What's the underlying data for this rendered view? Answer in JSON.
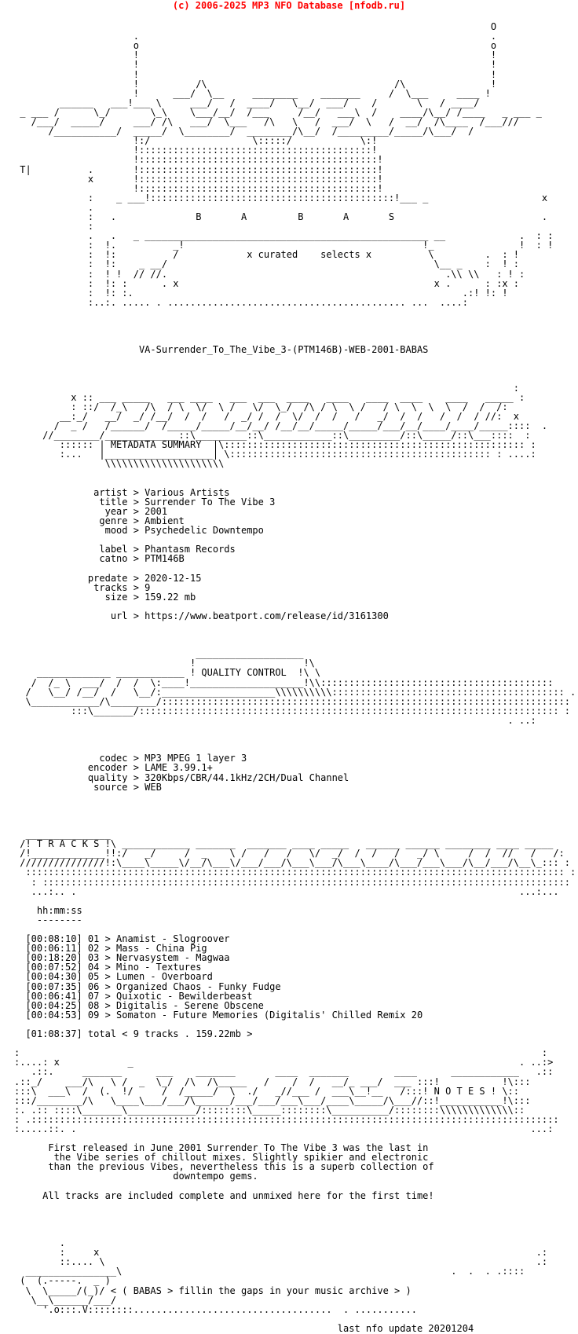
{
  "banner": "(c) 2006-2025 MP3 NFO Database [nfodb.ru]",
  "colors": {
    "banner": "#ff0000",
    "text": "#000000",
    "background": "#ffffff"
  },
  "nfo_lines": [
    "",
    "                                                                                    O",
    "                     .                                                              .",
    "                     o                                                              o",
    "                     !                                                              !",
    "                     !                                                              !",
    "                     !                                                              !",
    "                     !          /\\                                 /\\               !",
    "                     !      ___/  \\__     ________    _______     /  \\___     ____ !",
    "        ______   ___!___ \\     ___/   /  ____/   \\__/  ___/    /       \\   / ____/",
    " _ ___ /      \\_/       \\_\\    \\___/__/  /___     /__/   ___\\  /    ____/\\__/ /____   _ ___ _",
    "   /___/  _____/     ___/ /\\   ___/  \\___   /\\   \\   /  ___/  \\   /  __/  /\\____  /___///",
    "      /___________/  _____/  \\________/  ________/\\__/  /_________/_____/\\___/  /",
    "                     !:/                  \\:::::/            \\:!",
    "                     !:::::::::::::::::::::::::::::::::::::::::!",
    "                     !::::::::::::::::::::::::::::::::::::::::::!",
    " T|          .       !::::::::::::::::::::::::::::::::::::::::::!",
    "             x       !::::::::::::::::::::::::::::::::::::::::::!                                   .",
    "                     !::::::::::::::::::::::::::::::::::::::::::!",
    "             :    _ ___!:::::::::::::::::::::::::::::::::::::::::::!___ _                    x",
    "             .",
    "             :   .              B       A         B       A       S                          .",
    "             :",
    "             .   .   _ __________________________________________________ __             .  : :",
    "             :  !.          _!                                          !_               !  : !",
    "             :  !:          /            x curated    selects x          \\         .  : !",
    "             :  !:    _ __/                                               \\__ _    :  ! :",
    "             :  ! !  // //.                                                 .\\\\ \\\\   : ! :",
    "             :  !: :      . x                                             x .      : :x :",
    "             :  !: :.                                                          .:! !: !",
    "             :..:. ..... . .......................................... ...  ....:",
    "",
    "",
    "",
    "",
    "                      VA-Surrender_To_The_Vibe_3-(PTM146B)-WEB-2001-BABAS",
    "",
    "",
    "",
    "                                                                                        :",
    "          x :: ___ _____   ___ ____   ___  ___  ____   ____   ____  ____    ____   _____ :",
    "          : ::/  /_\\   /\\  / \\  \\/  \\ /   \\/  \\_/  /\\ / \\  \\ /   / \\  \\  \\  \\  /  /  /:",
    "        __:_/   __/  _/ /__/  /  /   /  _/ /  /  \\/  /  /   /   _/  /  /   /  /  / //:  x",
    "       /  _ /   /______/  /_____/_____/__/__/ /__/__/_____/_____/___/__/____/____/_____::::  .",
    "     //________/_____________::\\_________::\\____________::\\_________/::\\_____/::\\___::::  :",
    "        :::::: | METADATA SUMMARY  |\\::::::::::::::::::::::::::::::::::::::::::::::::::::: :",
    "        :...   |___________________| \\:::::::::::::::::::::::::::::::::::::::::::::: : ....:",
    "                \\\\\\\\\\\\\\\\\\\\\\\\\\\\\\\\\\\\\\\\\\",
    "",
    "",
    "              artist > Various Artists",
    "               title > Surrender To The Vibe 3",
    "                year > 2001",
    "               genre > Ambient",
    "                mood > Psychedelic Downtempo",
    "",
    "               label > Phantasm Records",
    "               catno > PTM146B",
    "",
    "             predate > 2020-12-15",
    "              tracks > 9",
    "                size > 159.22 mb",
    "",
    "                 url > https://www.beatport.com/release/id/3161300",
    "",
    "",
    "",
    "                                ___________________",
    "                               !                   !\\",
    "    _____________ ____________ ! QUALITY CONTROL  !\\ \\",
    "   /  /_ \\  ___/  /  /  \\:____!____________________!\\\\:::::::::::::::::::::::::::::::::::::::::",
    "  /   \\__/ /__/  /   \\__/:____________________\\\\\\\\\\\\\\\\\\\\::::::::::::::::::::::::::::::::::::::::: .",
    "  \\____________/\\________/::::::::::::::::::::::::::::::::::::::::::::::::::::::::::::::::::::::::",
    "          :::\\_______/:::::::::::::::::::::::::::::::::::::::::::::::::::::::::::::::::::::::::: :",
    "                                                                                       . ..:",
    "",
    "",
    "",
    "               codec > MP3 MPEG 1 layer 3",
    "             encoder > LAME 3.99.1+",
    "             quality > 320Kbps/CBR/44.1kHz/2CH/Dual Channel",
    "              source > WEB",
    "",
    "",
    "",
    "",
    "  _______________",
    " /! T R A C K S !\\ ____________ _______  _______ ____ _____   ______ ______ ________ ____ _____",
    " /!_____________!!:/   _/     /  _    \\ /   /   /   \\/  _/  /  /   /   _/ \\     /  /  //   /   /:",
    " ///////////////!:\\____\\_____\\/__/\\___\\/___/___/\\___\\___/\\___\\____/\\___/___\\___/\\__/___/\\__\\_::: :",
    "  ::::::::::::::::::::::::::::::::::::::::::::::::::::::::::::::::::::::::::::::::::::::::::::::: :",
    "   : ::::::::::::::::::::::::::::::::::::::::::::::::::::::::::::::::::::::::::::::::::::::::::::: :",
    "   ...:.. .                                                                              ...:...",
    "",
    "    hh:mm:ss",
    "    --------",
    "",
    "  [00:08:10] 01 > Anamist - Slogroover",
    "  [00:06:11] 02 > Mass - China Pig",
    "  [00:18:20] 03 > Nervasystem - Magwaa",
    "  [00:07:52] 04 > Mino - Textures",
    "  [00:04:30] 05 > Lumen - Overboard",
    "  [00:07:35] 06 > Organized Chaos - Funky Fudge",
    "  [00:06:41] 07 > Quixotic - Bewilderbeast",
    "  [00:04:25] 08 > Digitalis - Serene Obscene",
    "  [00:04:53] 09 > Somaton - Future Memories (Digitalis' Chilled Remix 20",
    "",
    "  [01:08:37] total < 9 tracks . 159.22mb >",
    "",
    ":                                                                                            :",
    ":....: x            _                                                                    . ..:>",
    "   .::.     _______      ___    _______       ____  _______        ____      ____________   .::",
    ".::_/    ___/\\   \\ /  _  \\_/  /\\  /\\_____   /    /  /   __/_ ___/  ___ :::!           !\\:::",
    ":::\\  ___\\  /  (.  !/     /  /_____/  \\  ./   _//___ /  ___\\__!__   /:::! N O T E S ! \\::",
    ":::/________/\\   \\____\\___/___/\\______/___/___/___\\___/____\\_____/\\___//::!___________!\\:::",
    ":. .:: ::::\\_______\\____________/::::::::\\_____::::::::\\__________/::::::::\\\\\\\\\\\\\\\\\\\\\\\\\\::",
    ": .:::::::::::::::::::::::::::::::::::::::::::::::::::::::::::::::::::::::::::::::::::::::::::::",
    ":.....::. .                                                                                ...:",
    "",
    "      First released in June 2001 Surrender To The Vibe 3 was the last in",
    "       the Vibe series of chillout mixes. Slightly spikier and electronic",
    "      than the previous Vibes, nevertheless this is a superb collection of",
    "                            downtempo gems.",
    "",
    "     All tracks are included complete and unmixed here for the first time!",
    "",
    "",
    "",
    "",
    "        .",
    "        :     x                                                                             .:",
    "        ::.... \\                                                                            .:",
    "  ________________\\                                                          .  .  . .::::",
    " (  (.-----.  _ )",
    "  \\  \\_____/(_)/ < ( BABAS > fillin the gaps in your music archive > )",
    "   \\__\\______/___/",
    "     '.o:::.V::::::::...................................  . ...........",
    "",
    "                                                         last nfo update 20201204"
  ]
}
